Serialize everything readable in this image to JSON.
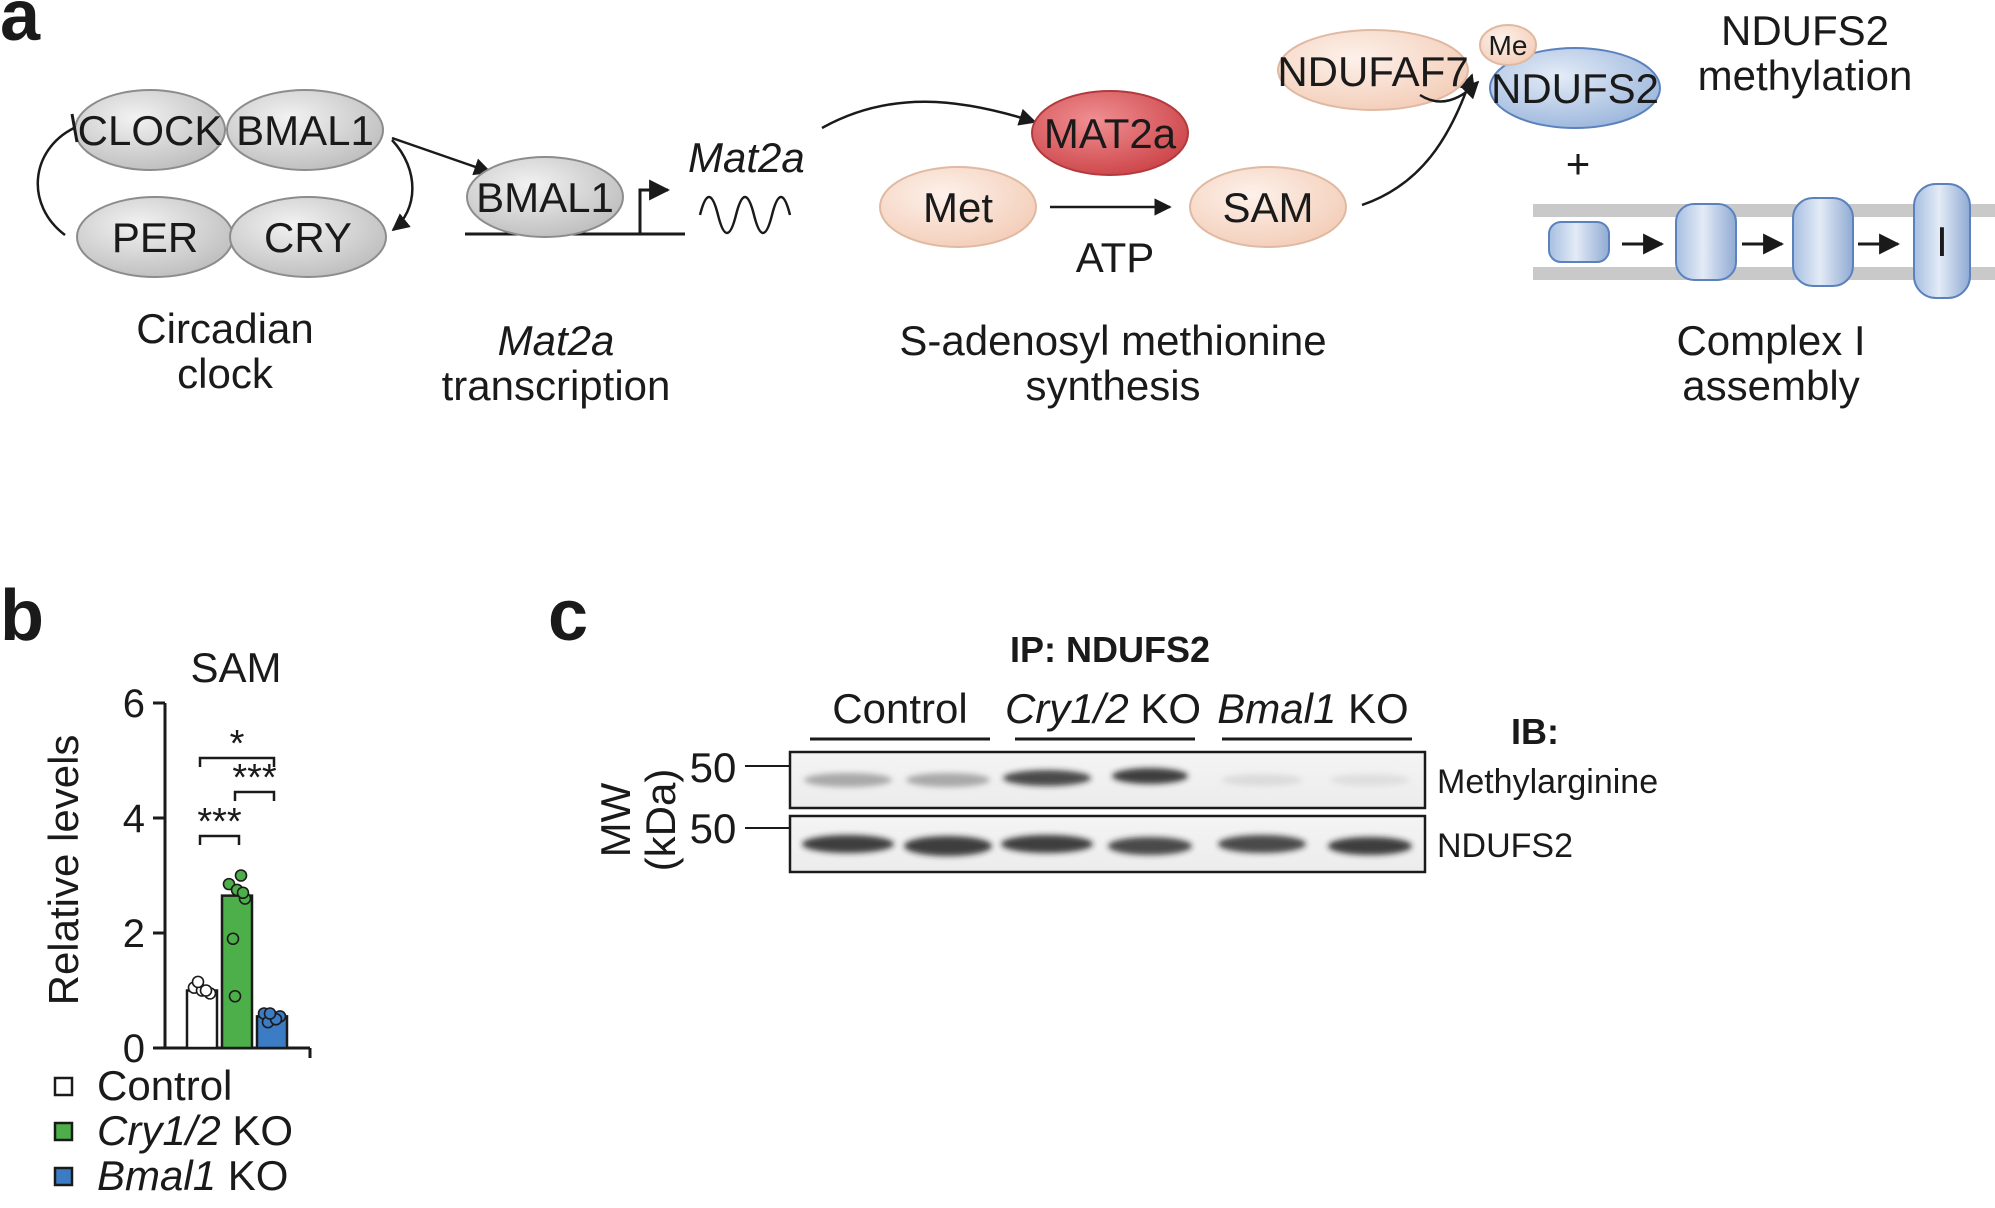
{
  "panel_a": {
    "letter": "a",
    "clock": {
      "clock_node": "CLOCK",
      "bmal1_node": "BMAL1",
      "per_node": "PER",
      "cry_node": "CRY",
      "caption_line1": "Circadian",
      "caption_line2": "clock"
    },
    "transcription": {
      "bmal1_node": "BMAL1",
      "gene_label": "Mat2a",
      "caption_line1": "Mat2a",
      "caption_line2": "transcription"
    },
    "sam_synthesis": {
      "mat2a_node": "MAT2a",
      "met_node": "Met",
      "sam_node": "SAM",
      "atp_label": "ATP",
      "caption_line1": "S-adenosyl methionine",
      "caption_line2": "synthesis"
    },
    "methylation": {
      "ndufaf7_node": "NDUFAF7",
      "me_node": "Me",
      "ndufs2_node": "NDUFS2",
      "title_line1": "NDUFS2",
      "title_line2": "methylation",
      "plus": "+",
      "complex_label": "I",
      "caption_line1": "Complex I",
      "caption_line2": "assembly"
    }
  },
  "panel_b": {
    "letter": "b",
    "chart_data": {
      "type": "bar",
      "title": "SAM",
      "ylabel": "Relative levels",
      "xlabel": "",
      "ylim": [
        0,
        6
      ],
      "yticks": [
        "0",
        "2",
        "4",
        "6"
      ],
      "categories": [
        "Control",
        "Cry1/2 KO",
        "Bmal1 KO"
      ],
      "values": [
        1.0,
        2.65,
        0.55
      ],
      "colors": [
        "#ffffff",
        "#4daf4a",
        "#3b7cc4"
      ],
      "points": [
        [
          1.05,
          1.0,
          0.95,
          1.15,
          1.0
        ],
        [
          2.85,
          2.75,
          2.6,
          1.9,
          3.0,
          0.9,
          2.7
        ],
        [
          0.6,
          0.5,
          0.55,
          0.45,
          0.5,
          0.6
        ]
      ],
      "significance": [
        {
          "groups": [
            0,
            2
          ],
          "label": "*"
        },
        {
          "groups": [
            1,
            2
          ],
          "label": "***"
        },
        {
          "groups": [
            0,
            1
          ],
          "label": "***"
        }
      ],
      "legend": [
        {
          "label": "Control",
          "italic_part": "",
          "color": "#ffffff"
        },
        {
          "label": " KO",
          "italic_part": "Cry1/2",
          "color": "#4daf4a"
        },
        {
          "label": " KO",
          "italic_part": "Bmal1",
          "color": "#3b7cc4"
        }
      ]
    }
  },
  "panel_c": {
    "letter": "c",
    "ip_label": "IP: NDUFS2",
    "groups": [
      {
        "italic": "",
        "text": "Control"
      },
      {
        "italic": "Cry1/2",
        "text": " KO"
      },
      {
        "italic": "Bmal1",
        "text": " KO"
      }
    ],
    "ib_label": "IB:",
    "mw_label_line1": "MW",
    "mw_label_line2": "(kDa)",
    "blots": [
      {
        "mw": "50",
        "antibody": "Methylarginine"
      },
      {
        "mw": "50",
        "antibody": "NDUFS2"
      }
    ]
  }
}
